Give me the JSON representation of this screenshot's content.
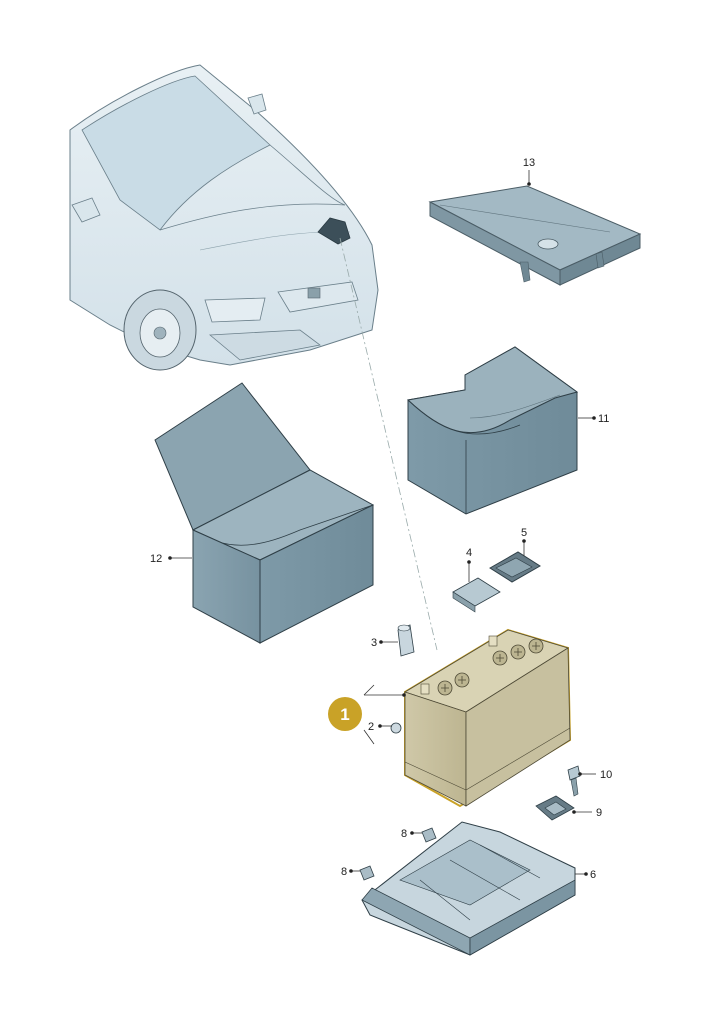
{
  "diagram": {
    "highlight_color": "#c9a227",
    "highlighted_part": {
      "label": "1"
    },
    "parts": [
      {
        "id": "p1",
        "label": "1"
      },
      {
        "id": "p2",
        "label": "2"
      },
      {
        "id": "p3",
        "label": "3"
      },
      {
        "id": "p4",
        "label": "4"
      },
      {
        "id": "p5",
        "label": "5"
      },
      {
        "id": "p6",
        "label": "6"
      },
      {
        "id": "p8a",
        "label": "8"
      },
      {
        "id": "p8b",
        "label": "8"
      },
      {
        "id": "p9",
        "label": "9"
      },
      {
        "id": "p10",
        "label": "10"
      },
      {
        "id": "p11",
        "label": "11"
      },
      {
        "id": "p12",
        "label": "12"
      },
      {
        "id": "p13",
        "label": "13"
      }
    ]
  }
}
